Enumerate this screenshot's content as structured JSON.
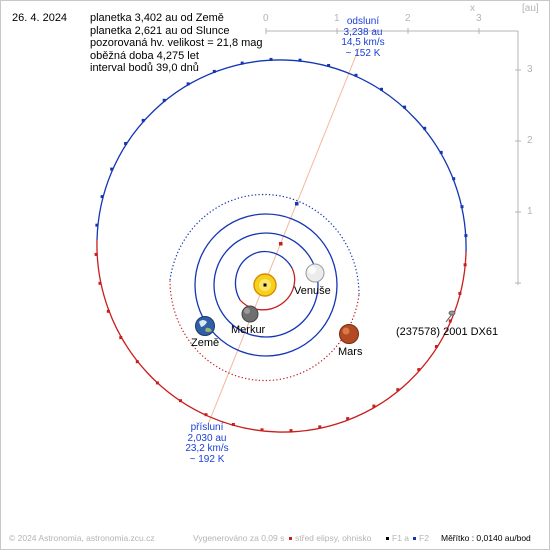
{
  "date": "26. 4. 2024",
  "info_lines": [
    "planetka 3,402 au od Země",
    "planetka 2,621 au od Slunce",
    "pozorovaná hv. velikost = 21,8 mag",
    "oběžná doba 4,275 let",
    "interval bodů 39,0 dnů"
  ],
  "axes": {
    "x_labels": [
      "0",
      "1",
      "2",
      "3"
    ],
    "y_labels": [
      "3",
      "2",
      "1"
    ],
    "x_letter": "x",
    "unit": "[au]"
  },
  "aphelion": {
    "title": "odsluní",
    "distance": "3,238 au",
    "speed": "14,5 km/s",
    "temp": "~ 152 K"
  },
  "perihelion": {
    "title": "přísluní",
    "distance": "2,030 au",
    "speed": "23,2 km/s",
    "temp": "~ 192 K"
  },
  "planets": {
    "mercury": "Merkur",
    "venus": "Venuše",
    "earth": "Země",
    "mars": "Mars"
  },
  "asteroid_name": "(237578) 2001 DX61",
  "footer": {
    "copyright": "© 2024 Astronomia, astronomia.zcu.cz",
    "generated": "Vygenerováno za 0,09 s",
    "legend_center": "střed elipsy, ohnisko",
    "legend_f1": "F1 a",
    "legend_f2": "F2",
    "scale": "Měřítko : 0,0140 au/bod"
  },
  "colors": {
    "orbit_blue": "#1436b4",
    "orbit_red": "#c81e1e",
    "label_blue": "#1a3fd6",
    "axis_gray": "#b4b4b4",
    "apsis_line": "#f4b89a"
  }
}
